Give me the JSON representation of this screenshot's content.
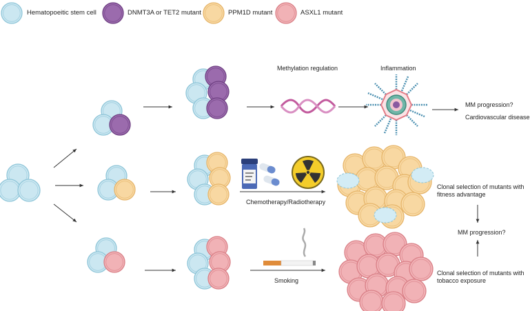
{
  "colors": {
    "hsc_fill": "#cbe7f1",
    "hsc_stroke": "#8ec5d8",
    "dnmt_fill": "#9b6bad",
    "dnmt_stroke": "#6e3f82",
    "ppm_fill": "#f8d8a2",
    "ppm_stroke": "#e6b56a",
    "asxl_fill": "#f1b2b6",
    "asxl_stroke": "#d97f86",
    "arrow": "#333333"
  },
  "legend": [
    {
      "label": "Hematopoeitic stem cell",
      "type": "hsc"
    },
    {
      "label": "DNMT3A or TET2 mutant",
      "type": "dnmt"
    },
    {
      "label": "PPM1D mutant",
      "type": "ppm"
    },
    {
      "label": "ASXL1 mutant",
      "type": "asxl"
    }
  ],
  "top_row": {
    "methylation_label": "Methylation regulation",
    "inflammation_label": "Inflammation",
    "outcome_1": "MM progression?",
    "outcome_2": "Cardiovascular disease"
  },
  "middle_row": {
    "treatment_label": "Chemotherapy/Radiotherapy",
    "selection_label": "Clonal selection of mutants with fitness advantage"
  },
  "bottom_row": {
    "smoking_label": "Smoking",
    "selection_label": "Clonal selection of mutants with tobacco exposure"
  },
  "center_outcome": "MM progression?",
  "icons": [
    "dna-helix-icon",
    "inflammation-cell-icon",
    "pill-bottle-icon",
    "capsule-icon",
    "radiation-icon",
    "cigarette-icon"
  ]
}
